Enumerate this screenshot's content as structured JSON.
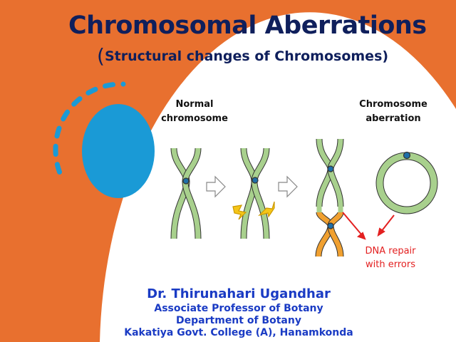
{
  "slide": {
    "title": "Chromosomal Aberrations",
    "subtitle_open": "(",
    "subtitle": "Structural changes of Chromosomes",
    "subtitle_close": ")"
  },
  "figure": {
    "label_normal": [
      "Normal",
      "chromosome"
    ],
    "label_aberration": [
      "Chromosome",
      "aberration"
    ],
    "annotation": [
      "DNA repair",
      "with errors"
    ]
  },
  "author": {
    "name": "Dr. Thirunahari Ugandhar",
    "position": "Associate Professor of  Botany",
    "department": "Department of Botany",
    "college": "Kakatiya Govt. College (A), Hanamkonda"
  },
  "colors": {
    "orange": "#e8702f",
    "navy": "#0f1f5c",
    "blue": "#1a9ad6",
    "green": "#a8d08d",
    "chromo_orange": "#f0a030",
    "red": "#e32020"
  }
}
